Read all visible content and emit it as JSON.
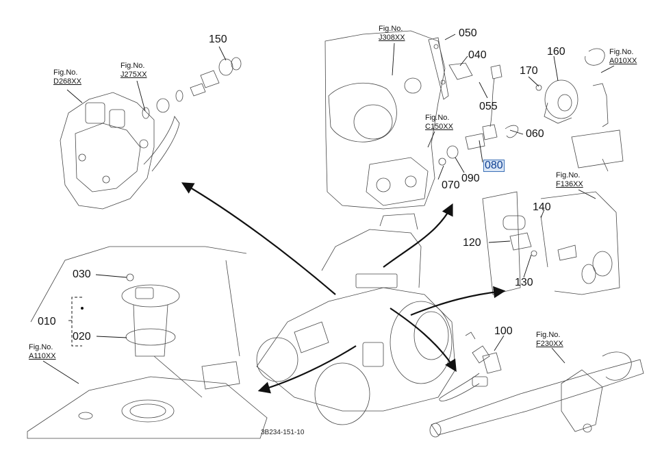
{
  "figure_refs": [
    {
      "id": "d268",
      "prefix": "Fig.No.",
      "code": "D268XX"
    },
    {
      "id": "j275",
      "prefix": "Fig.No.",
      "code": "J275XX"
    },
    {
      "id": "j308",
      "prefix": "Fig.No.",
      "code": "J308XX"
    },
    {
      "id": "c150",
      "prefix": "Fig.No.",
      "code": "C150XX"
    },
    {
      "id": "a010",
      "prefix": "Fig.No.",
      "code": "A010XX"
    },
    {
      "id": "f136",
      "prefix": "Fig.No.",
      "code": "F136XX"
    },
    {
      "id": "a110",
      "prefix": "Fig.No.",
      "code": "A110XX"
    },
    {
      "id": "f230",
      "prefix": "Fig.No.",
      "code": "F230XX"
    }
  ],
  "parts": {
    "p150": "150",
    "p050": "050",
    "p040": "040",
    "p055": "055",
    "p060": "060",
    "p080": "080",
    "p090": "090",
    "p070": "070",
    "p160": "160",
    "p170": "170",
    "p120": "120",
    "p130": "130",
    "p140": "140",
    "p030": "030",
    "p010": "010",
    "p020": "020",
    "p100": "100"
  },
  "selected_part": "080",
  "footer": "3B234-151-10",
  "colors": {
    "line": "#111111",
    "highlight_bg": "#dbe7f6",
    "highlight_border": "#3b6fb6"
  }
}
